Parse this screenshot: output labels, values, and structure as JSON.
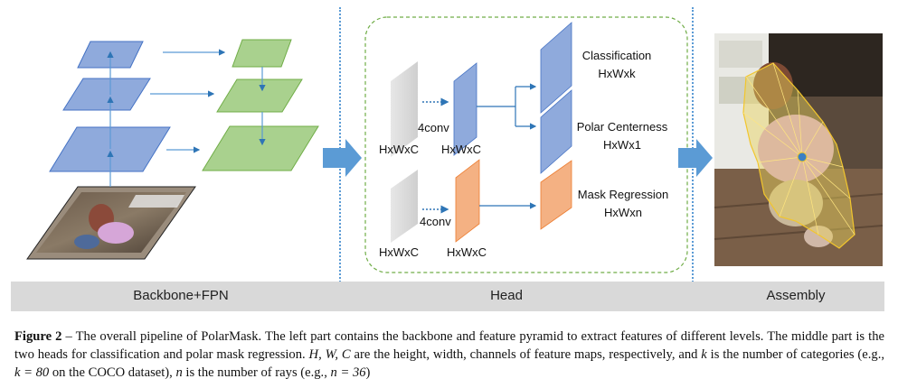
{
  "figure": {
    "head_labels": {
      "cls_input": "HxWxC",
      "cls_feat": "HxWxC",
      "cls_conv": "4conv",
      "mask_input": "HxWxC",
      "mask_feat": "HxWxC",
      "mask_conv": "4conv"
    },
    "outputs": {
      "classification": "Classification",
      "classification_dim": "HxWxk",
      "centerness": "Polar Centerness",
      "centerness_dim": "HxWx1",
      "mask_regression": "Mask Regression",
      "mask_regression_dim": "HxWxn"
    },
    "panels": {
      "backbone": "Backbone+FPN",
      "head": "Head",
      "assembly": "Assembly"
    },
    "colors": {
      "fpn_blue": "#8faadc",
      "fpn_green": "#a9d18e",
      "head_blue": "#8faadc",
      "head_orange": "#f4b183",
      "arrow_blue": "#5b9bd5",
      "grey_feat": "#d9d9d9",
      "head_border": "#70ad47"
    }
  },
  "caption": {
    "label": "Figure 2",
    "dash": " – ",
    "text_1": "The overall pipeline of PolarMask. The left part contains the backbone and feature pyramid to extract features of different levels. The middle part is the two heads for classification and polar mask regression. ",
    "vars": "H, W, C",
    "text_2": " are the height, width, channels of feature maps, respectively, and ",
    "k": "k",
    "text_3": " is the number of categories (e.g., ",
    "k_eq": "k = 80",
    "text_4": " on the COCO dataset), ",
    "n": "n",
    "text_5": " is the number of rays (e.g., ",
    "n_eq": "n = 36",
    "text_6": ")"
  }
}
